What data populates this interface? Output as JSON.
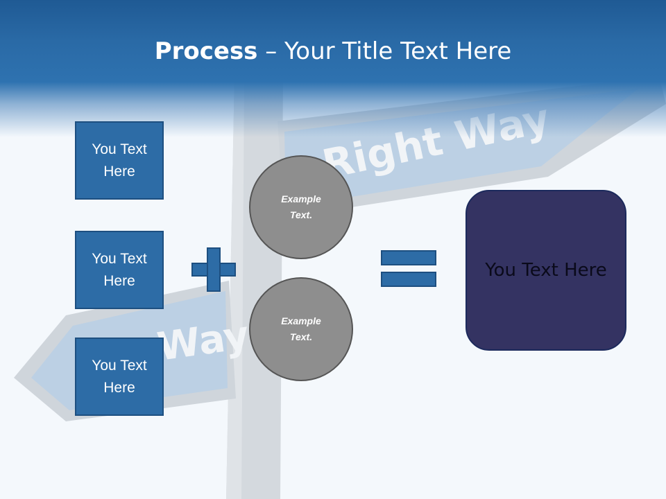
{
  "slide": {
    "title_bold": "Process",
    "title_rest": " – Your Title Text Here"
  },
  "background": {
    "sign_top_text": "Right Way",
    "sign_bottom_text": "Way"
  },
  "text_boxes": [
    {
      "label": "You Text Here"
    },
    {
      "label": "You Text Here"
    },
    {
      "label": "You Text Here"
    }
  ],
  "circles": [
    {
      "label": "Example Text."
    },
    {
      "label": "Example Text."
    }
  ],
  "result_box": {
    "label": "You Text Here"
  },
  "colors": {
    "header_blue": "#2a6aa6",
    "box_blue": "#2d6ca6",
    "circle_gray": "#8e8e8e",
    "result_navy": "#343362"
  },
  "icons": {
    "operator_1": "plus-icon",
    "operator_2": "equals-icon"
  }
}
